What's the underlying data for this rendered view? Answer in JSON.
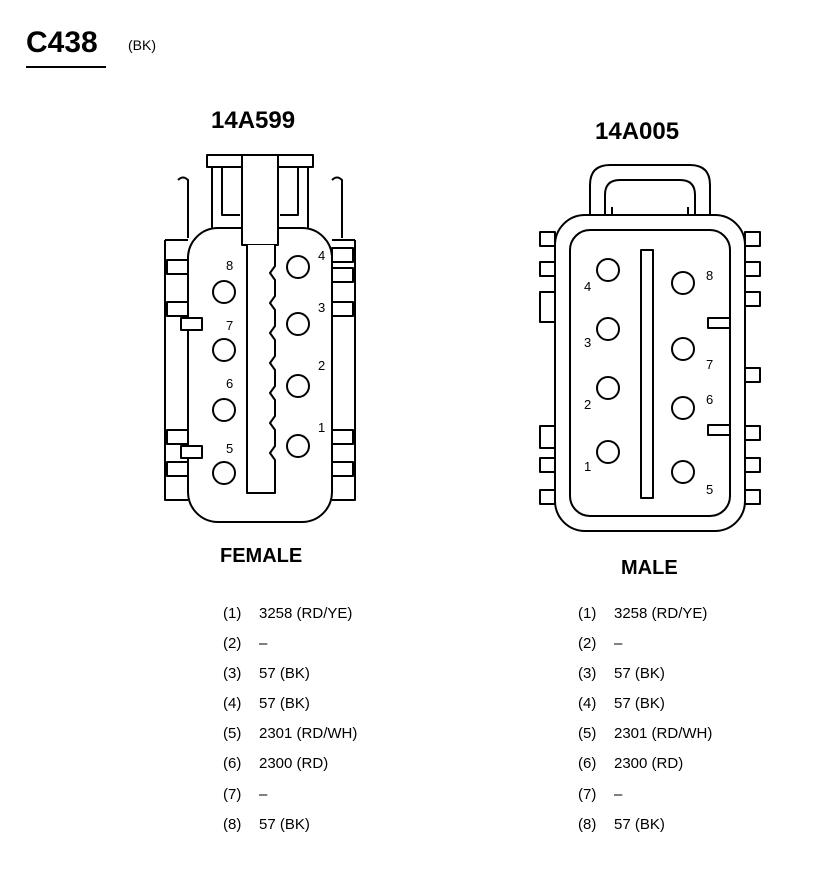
{
  "header": {
    "connector_id": "C438",
    "color": "(BK)"
  },
  "female": {
    "part_number": "14A599",
    "label": "FEMALE",
    "pin_labels": [
      "8",
      "7",
      "6",
      "5",
      "4",
      "3",
      "2",
      "1"
    ],
    "pins": [
      {
        "num": "(1)",
        "circuit": "3258 (RD/YE)"
      },
      {
        "num": "(2)",
        "circuit": "–"
      },
      {
        "num": "(3)",
        "circuit": "57 (BK)"
      },
      {
        "num": "(4)",
        "circuit": "57 (BK)"
      },
      {
        "num": "(5)",
        "circuit": "2301 (RD/WH)"
      },
      {
        "num": "(6)",
        "circuit": "2300 (RD)"
      },
      {
        "num": "(7)",
        "circuit": "–"
      },
      {
        "num": "(8)",
        "circuit": "57 (BK)"
      }
    ]
  },
  "male": {
    "part_number": "14A005",
    "label": "MALE",
    "pin_labels": [
      "4",
      "3",
      "2",
      "1",
      "8",
      "7",
      "6",
      "5"
    ],
    "pins": [
      {
        "num": "(1)",
        "circuit": "3258 (RD/YE)"
      },
      {
        "num": "(2)",
        "circuit": "–"
      },
      {
        "num": "(3)",
        "circuit": "57 (BK)"
      },
      {
        "num": "(4)",
        "circuit": "57 (BK)"
      },
      {
        "num": "(5)",
        "circuit": "2301 (RD/WH)"
      },
      {
        "num": "(6)",
        "circuit": "2300 (RD)"
      },
      {
        "num": "(7)",
        "circuit": "–"
      },
      {
        "num": "(8)",
        "circuit": "57 (BK)"
      }
    ]
  }
}
